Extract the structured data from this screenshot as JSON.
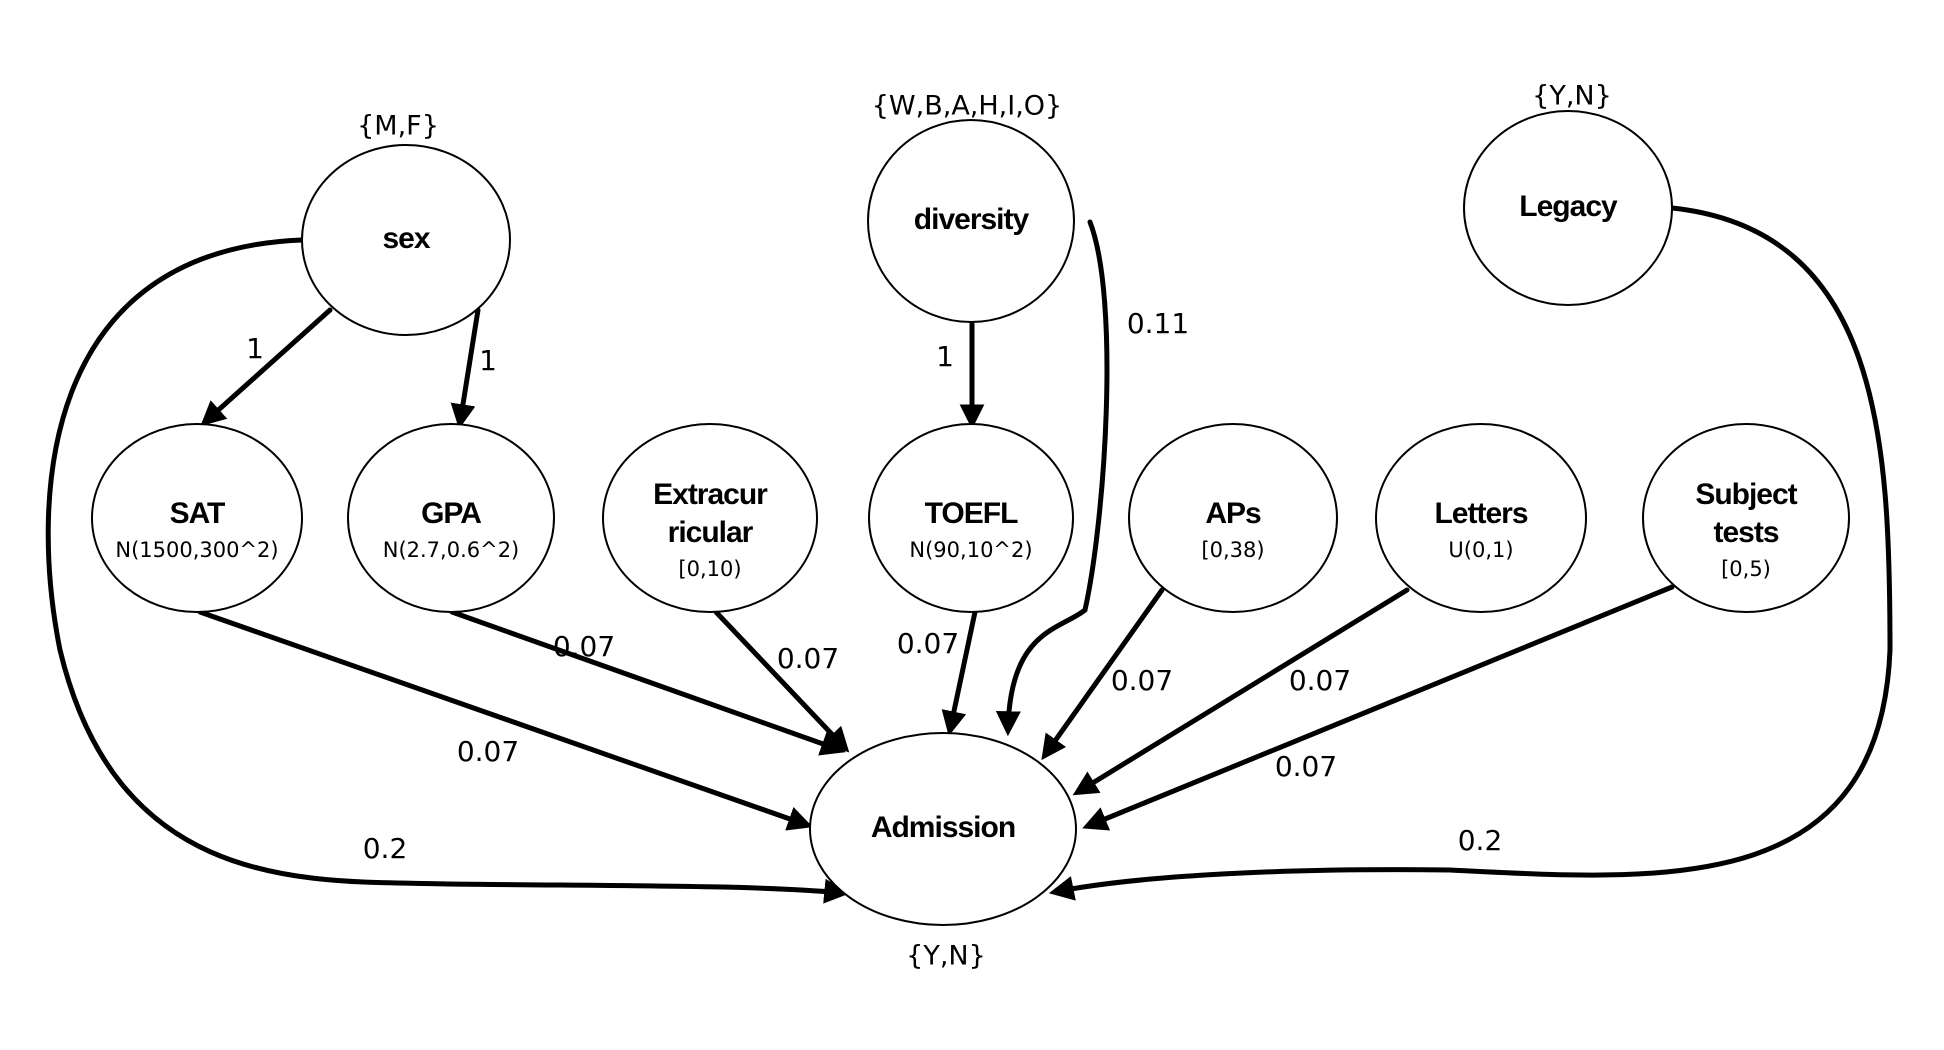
{
  "nodes": {
    "sex": {
      "title_lines": [
        "sex"
      ],
      "subtitle": "",
      "domain": "{M,F}"
    },
    "diversity": {
      "title_lines": [
        "diversity"
      ],
      "subtitle": "",
      "domain": "{W,B,A,H,I,O}"
    },
    "legacy": {
      "title_lines": [
        "Legacy"
      ],
      "subtitle": "",
      "domain": "{Y,N}"
    },
    "sat": {
      "title_lines": [
        "SAT"
      ],
      "subtitle": "N(1500,300^2)",
      "domain": ""
    },
    "gpa": {
      "title_lines": [
        "GPA"
      ],
      "subtitle": "N(2.7,0.6^2)",
      "domain": ""
    },
    "extracurricular": {
      "title_lines": [
        "Extracur",
        "ricular"
      ],
      "subtitle": "[0,10)",
      "domain": ""
    },
    "toefl": {
      "title_lines": [
        "TOEFL"
      ],
      "subtitle": "N(90,10^2)",
      "domain": ""
    },
    "aps": {
      "title_lines": [
        "APs"
      ],
      "subtitle": "[0,38)",
      "domain": ""
    },
    "letters": {
      "title_lines": [
        "Letters"
      ],
      "subtitle": "U(0,1)",
      "domain": ""
    },
    "subject_tests": {
      "title_lines": [
        "Subject",
        "tests"
      ],
      "subtitle": "[0,5)",
      "domain": ""
    },
    "admission": {
      "title_lines": [
        "Admission"
      ],
      "subtitle": "",
      "domain": "{Y,N}"
    }
  },
  "edges": [
    {
      "from": "sex",
      "to": "sat",
      "weight": "1"
    },
    {
      "from": "sex",
      "to": "gpa",
      "weight": "1"
    },
    {
      "from": "sex",
      "to": "admission",
      "weight": "0.2"
    },
    {
      "from": "diversity",
      "to": "toefl",
      "weight": "1"
    },
    {
      "from": "diversity",
      "to": "admission",
      "weight": "0.11"
    },
    {
      "from": "legacy",
      "to": "admission",
      "weight": "0.2"
    },
    {
      "from": "sat",
      "to": "admission",
      "weight": "0.07"
    },
    {
      "from": "gpa",
      "to": "admission",
      "weight": "0.07"
    },
    {
      "from": "extracurricular",
      "to": "admission",
      "weight": "0.07"
    },
    {
      "from": "toefl",
      "to": "admission",
      "weight": "0.07"
    },
    {
      "from": "aps",
      "to": "admission",
      "weight": "0.07"
    },
    {
      "from": "letters",
      "to": "admission",
      "weight": "0.07"
    },
    {
      "from": "subject_tests",
      "to": "admission",
      "weight": "0.07"
    }
  ]
}
